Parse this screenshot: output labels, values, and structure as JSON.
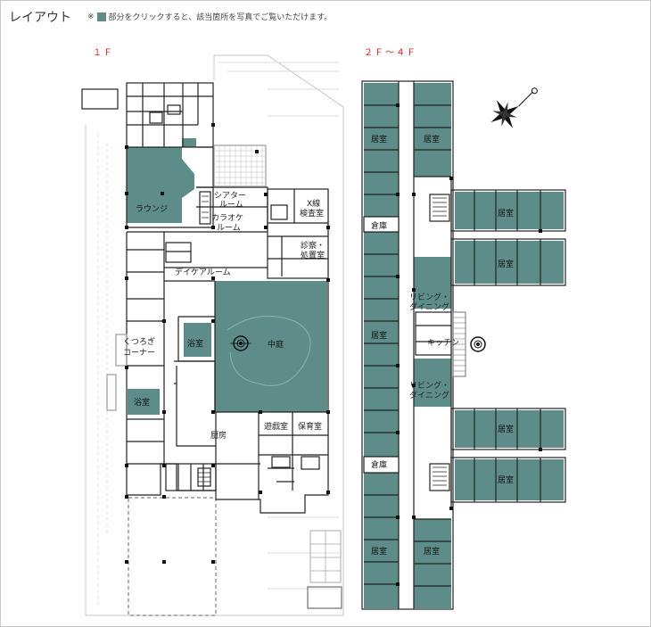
{
  "header": {
    "title": "レイアウト",
    "note_prefix": "※",
    "note": "部分をクリックすると、該当箇所を写真でご覧いただけます。",
    "swatch_color": "#5e8d89"
  },
  "floors": {
    "f1": "１Ｆ",
    "f2": "２Ｆ〜４Ｆ"
  },
  "rooms_1f": {
    "lounge": "ラウンジ",
    "theater_1": "シアター",
    "theater_2": "ルーム",
    "karaoke_1": "カラオケ",
    "karaoke_2": "ルーム",
    "xray_1": "X線",
    "xray_2": "検査室",
    "clinic_1": "診察・",
    "clinic_2": "処置室",
    "daycare": "デイケアルーム",
    "relax_1": "くつろぎ",
    "relax_2": "コーナー",
    "bath_a": "浴室",
    "bath_b": "浴室",
    "courtyard": "中庭",
    "kitchen": "厨房",
    "playroom": "遊戯室",
    "nursery": "保育室"
  },
  "rooms_2f": {
    "room_l1": "居室",
    "room_r1": "居室",
    "storage_1": "倉庫",
    "room_e1": "居室",
    "room_e2": "居室",
    "room_l2": "居室",
    "living_1a": "リビング・",
    "living_1b": "ダイニング",
    "kitchen": "キッチン",
    "living_2a": "リビング・",
    "living_2b": "ダイニング",
    "room_e3": "居室",
    "storage_2": "倉庫",
    "room_e4": "居室",
    "room_l3": "居室",
    "room_r3": "居室"
  },
  "colors": {
    "teal": "#5e8d89",
    "wall": "#222222",
    "line": "#9a9a9a",
    "floor_label": "#e0201a"
  }
}
